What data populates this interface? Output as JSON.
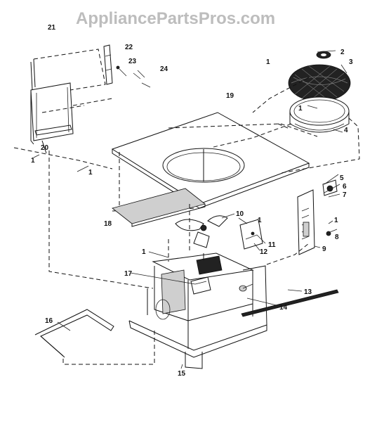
{
  "watermark": "AppliancePartsPros.com",
  "callouts": [
    {
      "id": "c21",
      "text": "21"
    },
    {
      "id": "c22",
      "text": "22"
    },
    {
      "id": "c23",
      "text": "23"
    },
    {
      "id": "c24",
      "text": "24"
    },
    {
      "id": "c1a",
      "text": "1"
    },
    {
      "id": "c2",
      "text": "2"
    },
    {
      "id": "c3",
      "text": "3"
    },
    {
      "id": "c19",
      "text": "19"
    },
    {
      "id": "c1b",
      "text": "1"
    },
    {
      "id": "c4",
      "text": "4"
    },
    {
      "id": "c20",
      "text": "20"
    },
    {
      "id": "c1c",
      "text": "1"
    },
    {
      "id": "c1d",
      "text": "1"
    },
    {
      "id": "c5",
      "text": "5"
    },
    {
      "id": "c6",
      "text": "6"
    },
    {
      "id": "c7",
      "text": "7"
    },
    {
      "id": "c10",
      "text": "10"
    },
    {
      "id": "c1e",
      "text": "1"
    },
    {
      "id": "c18",
      "text": "18"
    },
    {
      "id": "c1f",
      "text": "1"
    },
    {
      "id": "c8",
      "text": "8"
    },
    {
      "id": "c11",
      "text": "11"
    },
    {
      "id": "c12",
      "text": "12"
    },
    {
      "id": "c9",
      "text": "9"
    },
    {
      "id": "c1g",
      "text": "1"
    },
    {
      "id": "c17",
      "text": "17"
    },
    {
      "id": "c13",
      "text": "13"
    },
    {
      "id": "c14",
      "text": "14"
    },
    {
      "id": "c16",
      "text": "16"
    },
    {
      "id": "c15",
      "text": "15"
    }
  ]
}
